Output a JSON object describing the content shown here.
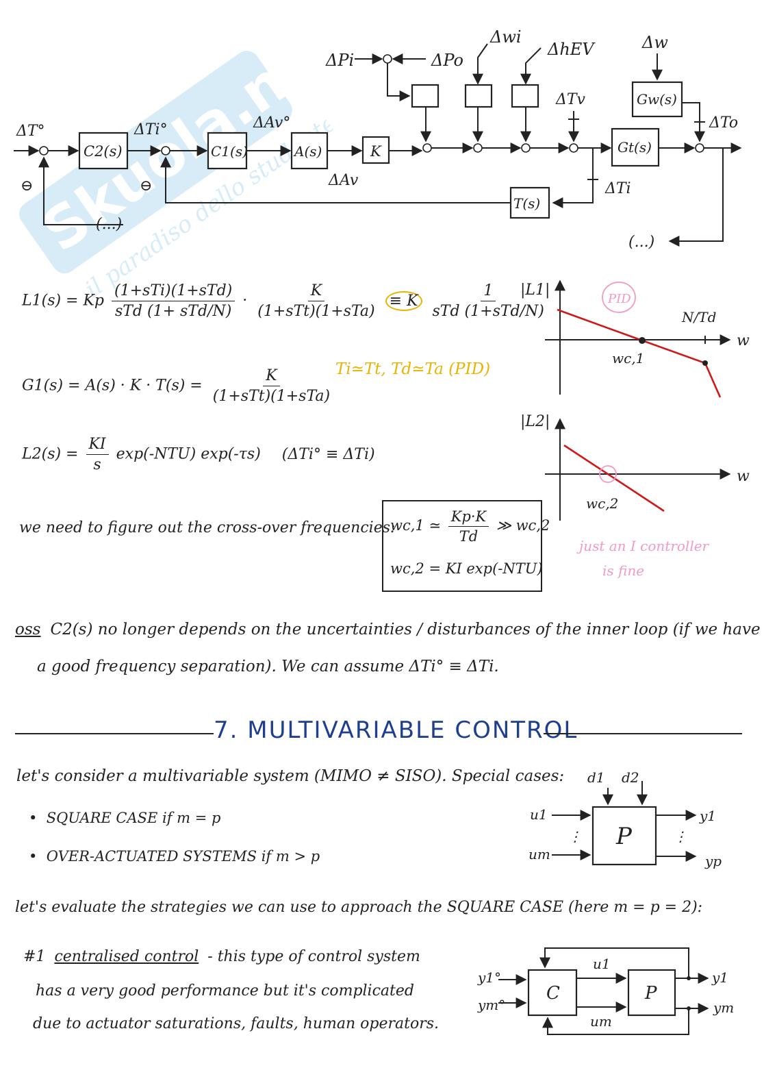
{
  "watermark": {
    "brand": "Skuola.net",
    "tagline": "il paradiso dello studente"
  },
  "diagram": {
    "signals": {
      "dpi": "ΔPi",
      "dpo": "ΔPo",
      "dwi": "Δwi",
      "dhev": "ΔhEV",
      "dw": "Δw",
      "dtv": "ΔTv",
      "dto": "ΔTo",
      "dt_ref": "ΔT°",
      "dti_ref": "ΔTi°",
      "dav_ref": "ΔAv°",
      "dav": "ΔAv",
      "dti": "ΔTi",
      "ellipsis_left": "(...)",
      "ellipsis_right": "(...)",
      "minus": "⊖"
    },
    "blocks": {
      "c2": "C2(s)",
      "c1": "C1(s)",
      "a": "A(s)",
      "k": "K",
      "gw": "Gw(s)",
      "gt": "Gt(s)",
      "t": "T(s)"
    }
  },
  "equations": {
    "l1_lhs": "L1(s) = Kp",
    "l1_num1": "(1+sTi)(1+sTd)",
    "l1_den1": "sTd (1+ sTd/N)",
    "l1_dot": "·",
    "l1_num2": "K",
    "l1_den2": "(1+sTt)(1+sTa)",
    "l1_equiv": "≡ K",
    "l1_num3": "1",
    "l1_den3": "sTd (1+sTd/N)",
    "pid_note": "Ti≃Tt, Td≃Ta (PID)",
    "g1_lhs": "G1(s) = A(s) · K · T(s) =",
    "g1_num": "K",
    "g1_den": "(1+sTt)(1+sTa)",
    "l2_lhs": "L2(s) =",
    "l2_num": "KI",
    "l2_den": "s",
    "l2_rest": "exp(-NTU) exp(-τs)",
    "l2_note": "(ΔTi° ≡ ΔTi)"
  },
  "bode": {
    "plot1_ylabel": "|L1|",
    "plot1_circle": "PID",
    "plot1_corner": "N/Td",
    "plot1_cross": "wc,1",
    "plot2_ylabel": "|L2|",
    "plot2_cross": "wc,2",
    "axis_label": "w",
    "pink_note_line1": "just an I controller",
    "pink_note_line2": "is fine"
  },
  "crossover": {
    "intro": "we need to figure out the cross-over frequencies:",
    "wc1_lhs": "wc,1 ≃",
    "wc1_num": "Kp·K",
    "wc1_den": "Td",
    "wc1_rel": "≫ wc,2",
    "wc2": "wc,2 = KI exp(-NTU)"
  },
  "oss": {
    "label": "oss",
    "line1": "C2(s) no longer depends on the uncertainties / disturbances of the inner loop (if we have",
    "line2": "a good frequency separation). We can assume ΔTi° ≡ ΔTi."
  },
  "section": {
    "title": "7. MULTIVARIABLE CONTROL"
  },
  "multivariable": {
    "intro": "let's consider a multivariable system (MIMO ≠ SISO). Special cases:",
    "bullet1": "SQUARE CASE   if   m = p",
    "bullet2": "OVER-ACTUATED SYSTEMS   if   m > p",
    "evaluate": "let's evaluate the strategies we can use to approach the SQUARE CASE (here m = p = 2):",
    "strategy_num": "#1",
    "strategy_name": "centralised control",
    "strategy_line1": "- this type of control system",
    "strategy_line2": "has a very good performance but it's complicated",
    "strategy_line3": "due to actuator saturations, faults, human operators."
  },
  "mimo_fig": {
    "d1": "d1",
    "d2": "d2",
    "u1": "u1",
    "um": "um",
    "y1": "y1",
    "yp": "yp",
    "p": "P",
    "dots": "⋮"
  },
  "central_fig": {
    "y1ref": "y1°",
    "ymref": "ym°",
    "c": "C",
    "p": "P",
    "u1": "u1",
    "um": "um",
    "y1": "y1",
    "ym": "ym"
  }
}
